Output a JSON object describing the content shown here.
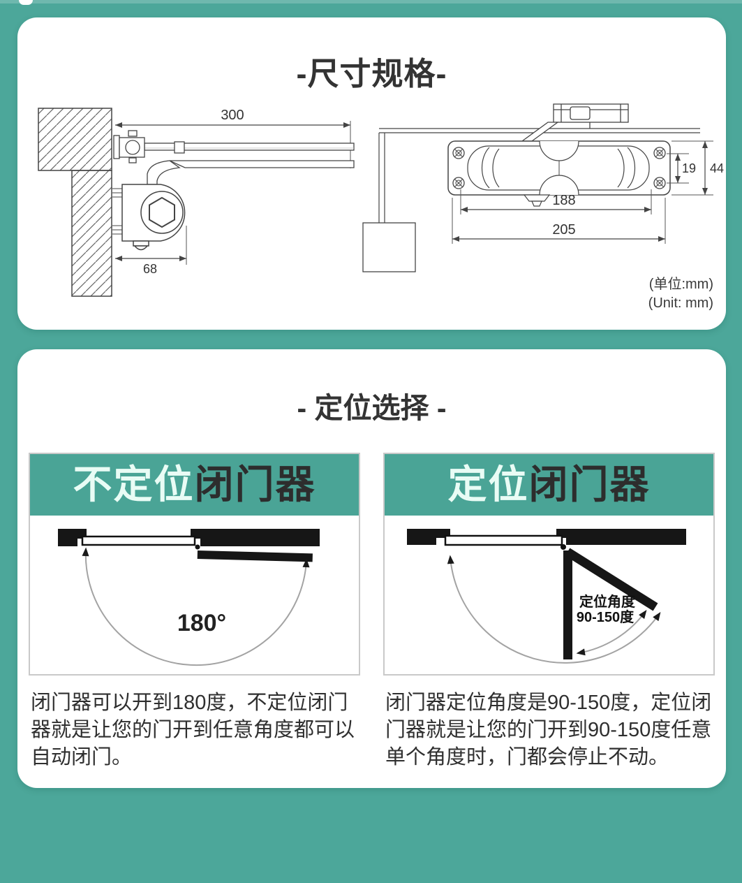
{
  "colors": {
    "background_teal": "#4CA79A",
    "panel_header_teal": "#4AA496",
    "card_white": "#FFFFFF",
    "ink": "#333333",
    "header_highlight_mint": "#E9FCF5"
  },
  "section_dimensions": {
    "title": "-尺寸规格-",
    "unit_note_cn": "(单位:mm)",
    "unit_note_en": "(Unit: mm)",
    "dimensions": {
      "arm_length": "300",
      "body_projection": "68",
      "screw_spacing": "188",
      "body_length": "205",
      "screw_row_gap": "19",
      "body_height": "44"
    }
  },
  "section_positioning": {
    "title": "- 定位选择 -",
    "left_panel": {
      "title_highlight": "不定位",
      "title_rest": "闭门器",
      "angle_label": "180°",
      "description": "闭门器可以开到180度，不定位闭门器就是让您的门开到任意角度都可以自动闭门。"
    },
    "right_panel": {
      "title_highlight": "定位",
      "title_rest": "闭门器",
      "angle_label_line1": "定位角度",
      "angle_label_line2": "90-150度",
      "description": "闭门器定位角度是90-150度，定位闭门器就是让您的门开到90-150度任意单个角度时，门都会停止不动。"
    }
  }
}
